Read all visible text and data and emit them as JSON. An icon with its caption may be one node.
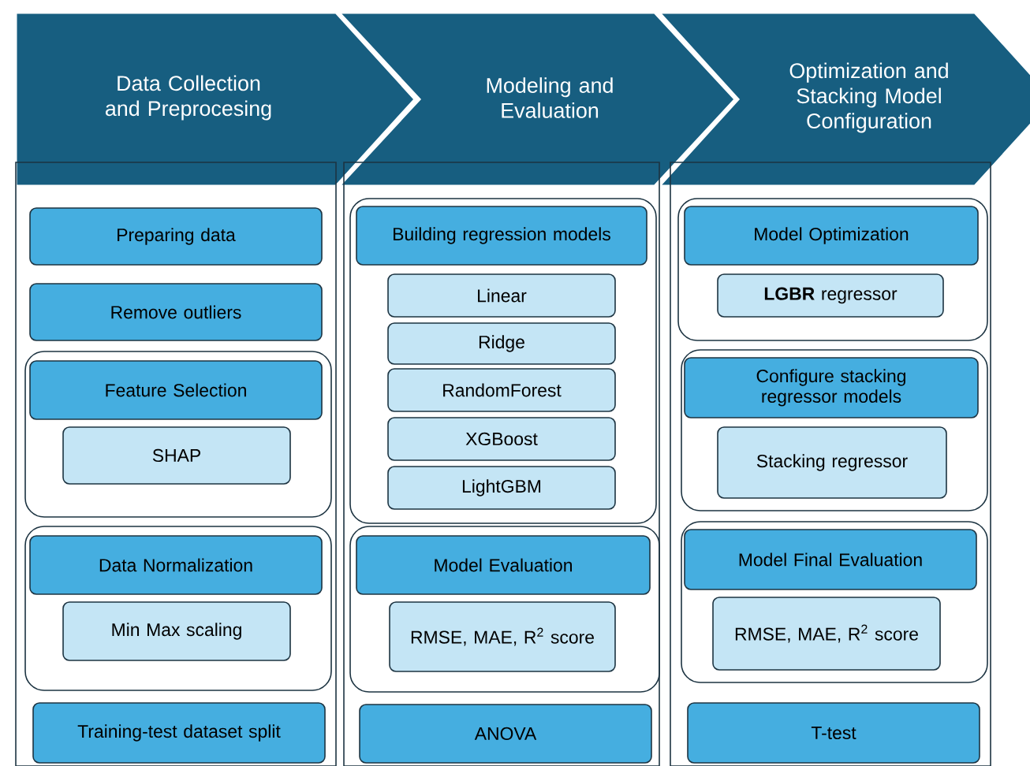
{
  "diagram": {
    "nodes": [
      {
        "text": [
          "Data Collection and Preprocesing"
        ]
      },
      {
        "text": [
          "Modeling and Evaluation"
        ]
      },
      {
        "text": [
          "Optimization and Stacking Model Configuration"
        ]
      },
      {
        "text": [],
        "shape": "box"
      },
      {
        "text": [
          "Preparing data"
        ],
        "in": 3
      },
      {
        "text": [
          "Remove outliers"
        ],
        "in": 3
      },
      {
        "text": [],
        "shape": "box",
        "in": 3
      },
      {
        "text": [
          "Feature Selection"
        ],
        "in": 6
      },
      {
        "text": [
          "SHAP"
        ],
        "in": 6
      },
      {
        "text": [],
        "shape": "box",
        "in": 3
      },
      {
        "text": [
          "Data Normalization"
        ],
        "in": 9
      },
      {
        "text": [
          "Min Max scaling"
        ],
        "in": 9
      },
      {
        "text": [
          "Training-test dataset split"
        ],
        "in": 3
      },
      {
        "text": [],
        "shape": "box"
      },
      {
        "text": [],
        "shape": "box",
        "in": 13
      },
      {
        "text": [
          "Building regression models"
        ],
        "in": 14
      },
      {
        "text": [
          "Linear"
        ],
        "in": 14
      },
      {
        "text": [
          "Ridge"
        ],
        "in": 14
      },
      {
        "text": [
          "RandomForest"
        ],
        "in": 14
      },
      {
        "text": [
          "XGBoost"
        ],
        "in": 14
      },
      {
        "text": [
          "LightGBM"
        ],
        "in": 14
      },
      {
        "text": [],
        "shape": "box",
        "in": 13
      },
      {
        "text": [
          "Model Evaluation"
        ],
        "in": 21
      },
      {
        "text": [
          "RMSE, MAE, R$^{2}$ score"
        ],
        "in": 21
      },
      {
        "text": [
          "ANOVA"
        ],
        "in": 13
      },
      {
        "text": [],
        "shape": "box"
      },
      {
        "text": [],
        "shape": "box",
        "in": 25
      },
      {
        "text": [
          "Model Optimization"
        ],
        "in": 26
      },
      {
        "text": [
          "**LGBR** regressor"
        ],
        "in": 26
      },
      {
        "text": [],
        "shape": "box",
        "in": 25
      },
      {
        "text": [
          "Configure stacking regressor models"
        ],
        "in": 29
      },
      {
        "text": [
          "Stacking regressor"
        ],
        "in": 29
      },
      {
        "text": [],
        "shape": "box",
        "in": 25
      },
      {
        "text": [
          "Model Final Evaluation"
        ],
        "in": 32
      },
      {
        "text": [
          "RMSE, MAE, R$^{2}$ score"
        ],
        "in": 32
      },
      {
        "text": [
          "T-test"
        ],
        "in": 25
      }
    ]
  }
}
